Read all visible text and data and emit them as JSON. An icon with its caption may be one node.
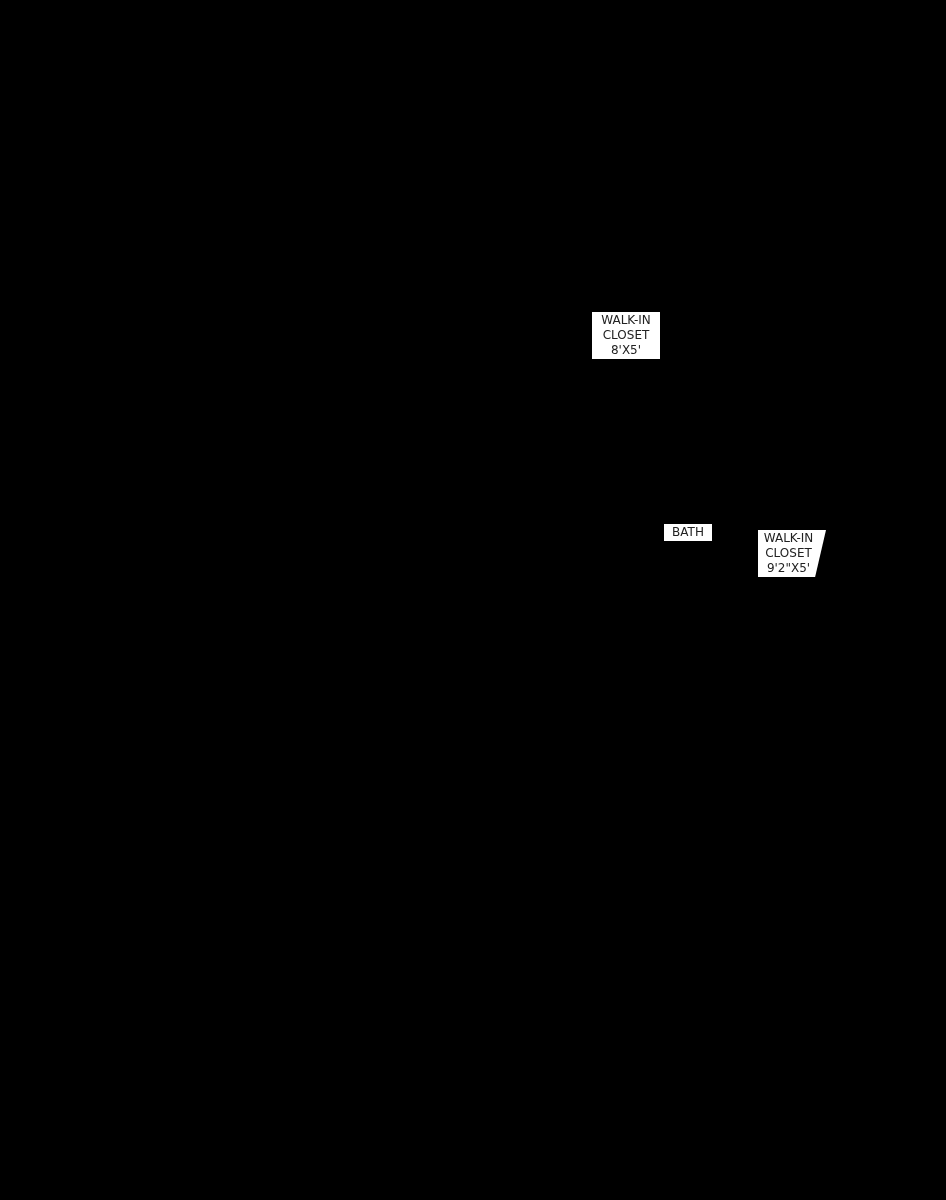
{
  "diagram": {
    "nodes": [
      {
        "text": [
          "WALK-IN CLOSET",
          "8'X5'"
        ]
      },
      {
        "text": [
          "BATH"
        ]
      },
      {
        "text": [
          "WALK-IN CLOSET",
          "9'2\"X5'"
        ]
      }
    ]
  }
}
